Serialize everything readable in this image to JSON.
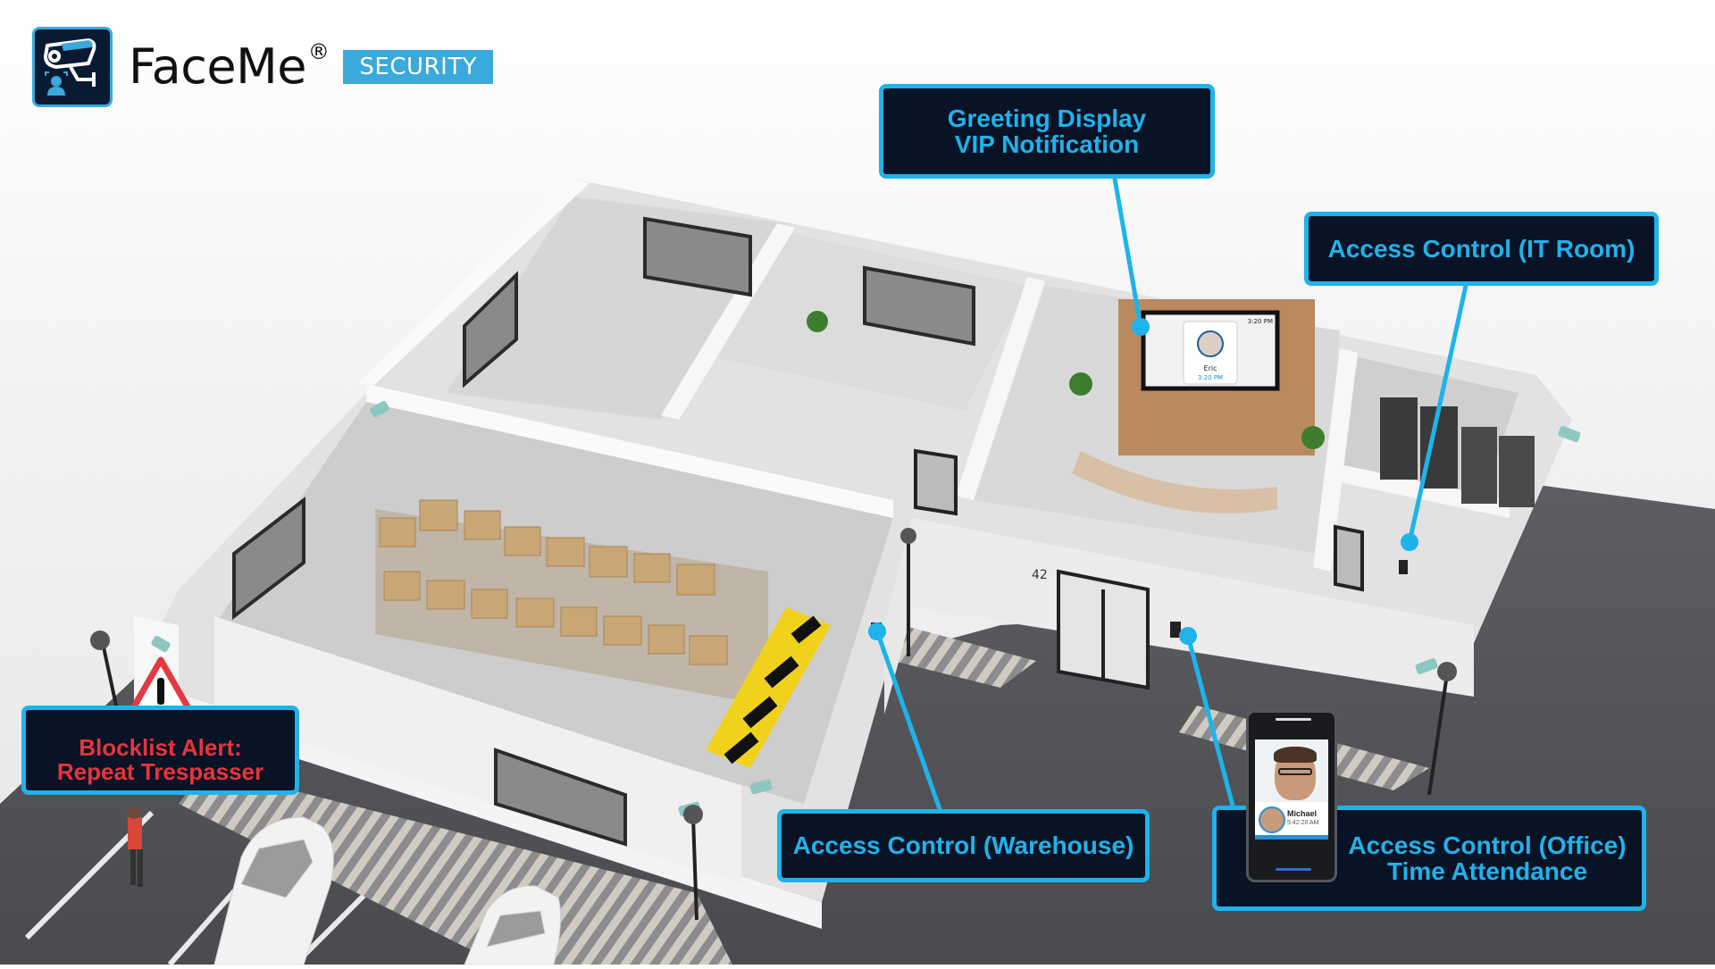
{
  "header": {
    "brand_name": "FaceMe",
    "brand_mark": "®",
    "product_badge": "SECURITY",
    "logo_icon": "security-camera-face-icon"
  },
  "colors": {
    "accent_blue": "#1eb3ea",
    "callout_bg": "#081325",
    "alert_red": "#e8343c",
    "badge_blue": "#3aa9dc"
  },
  "callouts": {
    "greeting": {
      "line1": "Greeting Display",
      "line2": "VIP Notification"
    },
    "it_room": {
      "line1": "Access Control (IT Room)"
    },
    "blocklist": {
      "line1": "Blocklist Alert:",
      "line2": "Repeat Trespasser",
      "icon": "warning-triangle-icon"
    },
    "warehouse": {
      "line1": "Access Control (Warehouse)"
    },
    "office": {
      "line1": "Access Control (Office)",
      "line2": "Time Attendance"
    }
  },
  "scene": {
    "building_number": "42",
    "greeting_screen": {
      "name": "Eric",
      "time": "3:20 PM",
      "clock": "3:20 PM"
    },
    "device_screen": {
      "name": "Michael",
      "time": "5:42:20 AM"
    }
  }
}
